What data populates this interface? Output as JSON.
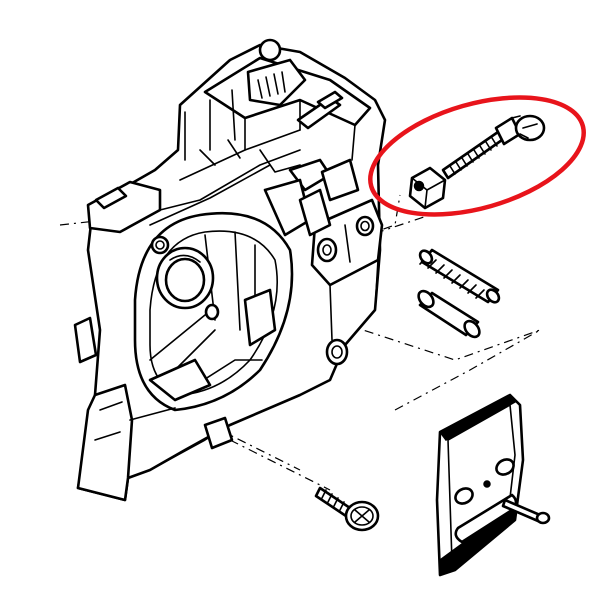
{
  "diagram": {
    "colors": {
      "line": "#000000",
      "background": "#ffffff",
      "highlight": "#e8141b"
    },
    "parts": [
      "crankcase",
      "chain-tensioner-screw",
      "tensioner-nut",
      "bar-stud",
      "guide-pin",
      "chain-guide-plate",
      "plate-screw",
      "case-screw"
    ]
  }
}
